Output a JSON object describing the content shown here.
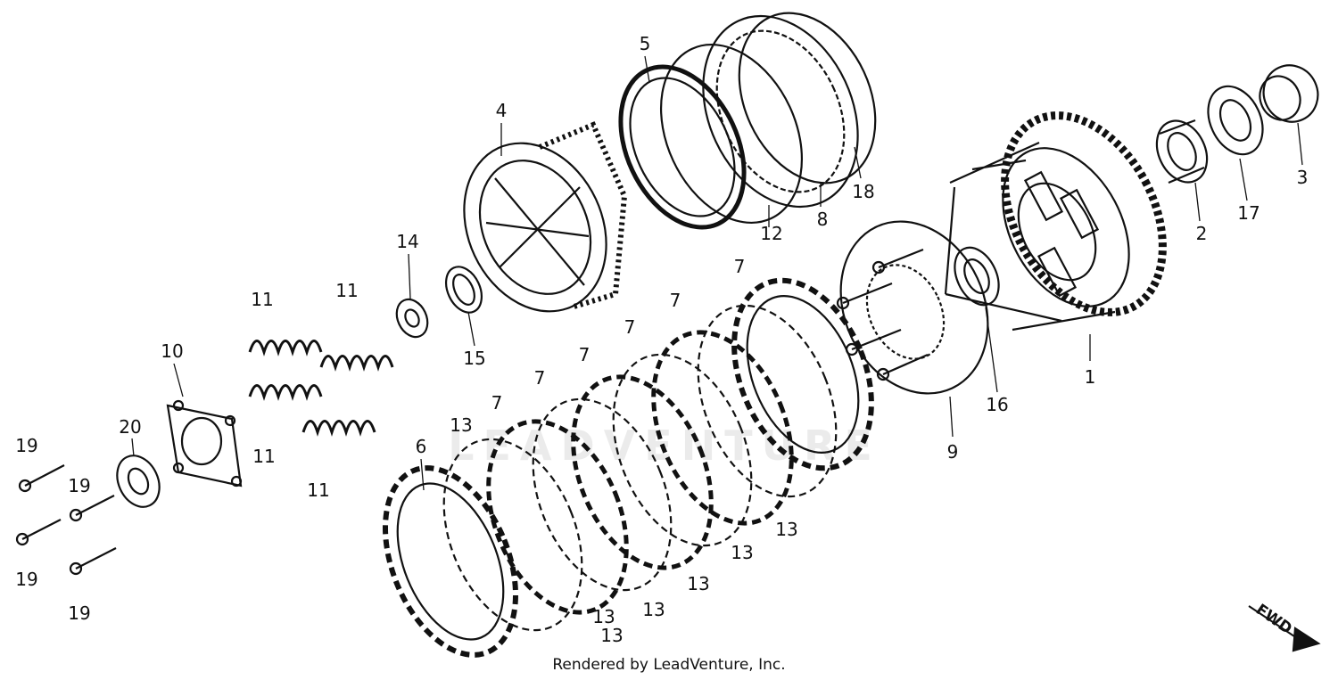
{
  "footer": "Rendered by LeadVenture, Inc.",
  "watermark": "LEADVENTURE",
  "fwd": "FWD",
  "colors": {
    "ink": "#111111",
    "paper": "#ffffff"
  },
  "callouts": [
    {
      "id": "1",
      "text": "1"
    },
    {
      "id": "2",
      "text": "2"
    },
    {
      "id": "3",
      "text": "3"
    },
    {
      "id": "4",
      "text": "4"
    },
    {
      "id": "5",
      "text": "5"
    },
    {
      "id": "6",
      "text": "6"
    },
    {
      "id": "7a",
      "text": "7"
    },
    {
      "id": "7b",
      "text": "7"
    },
    {
      "id": "7c",
      "text": "7"
    },
    {
      "id": "7d",
      "text": "7"
    },
    {
      "id": "7e",
      "text": "7"
    },
    {
      "id": "7f",
      "text": "7"
    },
    {
      "id": "8",
      "text": "8"
    },
    {
      "id": "9",
      "text": "9"
    },
    {
      "id": "10",
      "text": "10"
    },
    {
      "id": "11a",
      "text": "11"
    },
    {
      "id": "11b",
      "text": "11"
    },
    {
      "id": "11c",
      "text": "11"
    },
    {
      "id": "11d",
      "text": "11"
    },
    {
      "id": "12",
      "text": "12"
    },
    {
      "id": "13a",
      "text": "13"
    },
    {
      "id": "13b",
      "text": "13"
    },
    {
      "id": "13c",
      "text": "13"
    },
    {
      "id": "13d",
      "text": "13"
    },
    {
      "id": "13e",
      "text": "13"
    },
    {
      "id": "13f",
      "text": "13"
    },
    {
      "id": "13g",
      "text": "13"
    },
    {
      "id": "14",
      "text": "14"
    },
    {
      "id": "15",
      "text": "15"
    },
    {
      "id": "16",
      "text": "16"
    },
    {
      "id": "17",
      "text": "17"
    },
    {
      "id": "18",
      "text": "18"
    },
    {
      "id": "19a",
      "text": "19"
    },
    {
      "id": "19b",
      "text": "19"
    },
    {
      "id": "19c",
      "text": "19"
    },
    {
      "id": "19d",
      "text": "19"
    },
    {
      "id": "20",
      "text": "20"
    }
  ]
}
